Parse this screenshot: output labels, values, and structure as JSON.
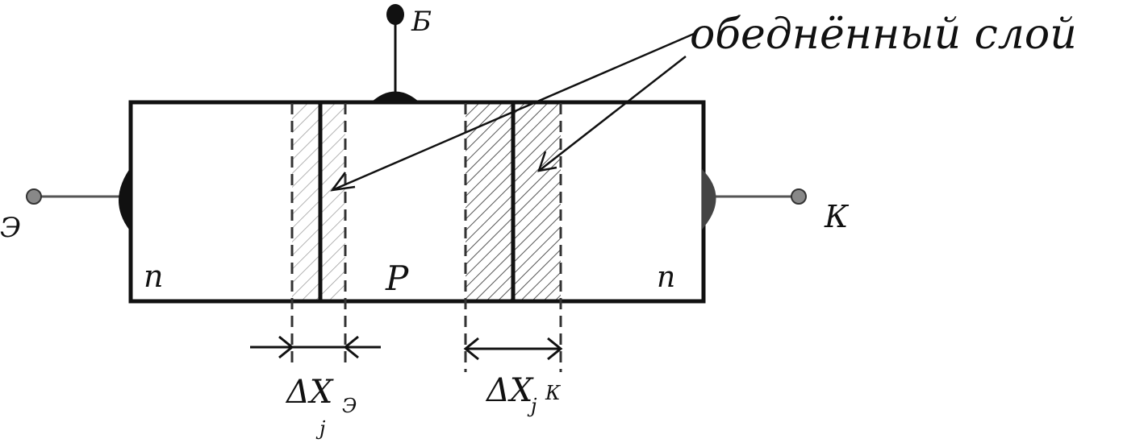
{
  "terminals": {
    "base": "Б",
    "emitter": "Э",
    "collector": "К"
  },
  "regions": {
    "left": "n",
    "middle": "P",
    "right": "n"
  },
  "annotation": "обеднённый слой",
  "dimensions": {
    "emitter_width": {
      "delta": "ΔX",
      "sub_j": "j",
      "sub_term": "Э"
    },
    "collector_width": {
      "delta": "ΔX",
      "sub_j": "j",
      "sub_term": "К"
    }
  }
}
